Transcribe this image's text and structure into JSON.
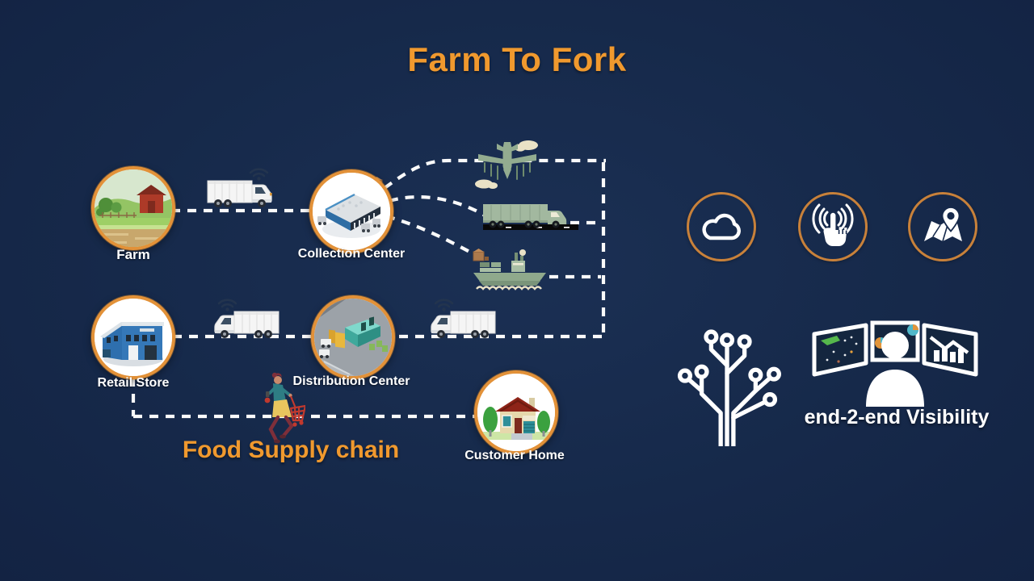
{
  "title": "Farm To Fork",
  "caption": "Food Supply chain",
  "visibility_label": "end-2-end Visibility",
  "nodes": [
    {
      "id": "farm",
      "label": "Farm"
    },
    {
      "id": "collection-center",
      "label": "Collection Center"
    },
    {
      "id": "retail-store",
      "label": "Retail Store"
    },
    {
      "id": "distribution-center",
      "label": "Distribution Center"
    },
    {
      "id": "customer-home",
      "label": "Customer Home"
    }
  ],
  "transports": [
    {
      "id": "iot-truck-farm-to-collection",
      "type": "box-truck",
      "iot_connected": true,
      "direction": "right"
    },
    {
      "id": "air-freight-plane",
      "type": "airplane"
    },
    {
      "id": "road-freight-semi-truck",
      "type": "semi-truck"
    },
    {
      "id": "sea-freight-cargo-ship",
      "type": "cargo-ship"
    },
    {
      "id": "iot-truck-to-distribution",
      "type": "box-truck",
      "iot_connected": true,
      "direction": "left"
    },
    {
      "id": "iot-truck-distribution-to-retail",
      "type": "box-truck",
      "iot_connected": true,
      "direction": "left"
    },
    {
      "id": "shopper-with-cart",
      "type": "person-shopping-cart"
    }
  ],
  "tech_icons": [
    {
      "id": "cloud",
      "meaning": "cloud platform"
    },
    {
      "id": "touch",
      "meaning": "digital touch point"
    },
    {
      "id": "map-location",
      "meaning": "track and trace"
    }
  ],
  "visibility_icons": [
    {
      "id": "circuit-tree",
      "meaning": "digital technology tree"
    },
    {
      "id": "operator-monitors",
      "meaning": "control room monitors with analyst"
    }
  ],
  "colors": {
    "background": "#16294a",
    "accent_orange": "#f0992e",
    "node_ring": "#e29138",
    "route_line": "#ffffff",
    "label_text": "#ffffff",
    "transport_green": "#9db79b",
    "cloud_cream": "#eae2c6"
  }
}
